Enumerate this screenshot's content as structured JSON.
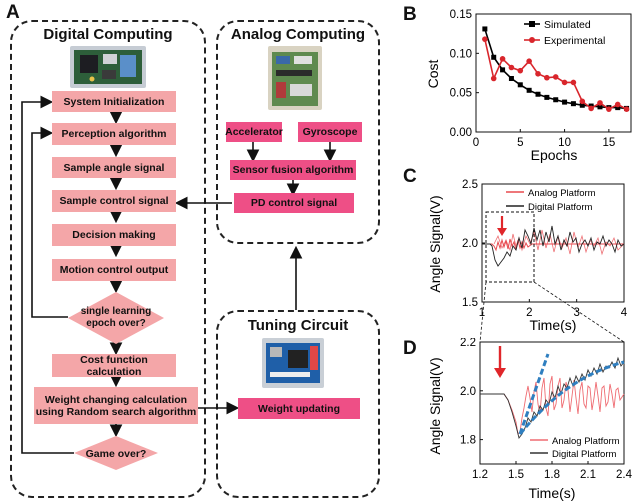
{
  "panel_labels": {
    "a": "A",
    "b": "B",
    "c": "C",
    "d": "D"
  },
  "digital": {
    "title": "Digital Computing",
    "nodes": {
      "system_init": "System Initialization",
      "perception": "Perception algorithm",
      "sample_angle": "Sample angle signal",
      "sample_control": "Sample control signal",
      "decision": "Decision making",
      "motion": "Motion control output",
      "epoch_over": "single learning epoch over?",
      "cost_calc": "Cost function calculation",
      "weight_change": "Weight changing calculation using Random search algorithm",
      "game_over": "Game over?"
    }
  },
  "analog": {
    "title": "Analog Computing",
    "nodes": {
      "accelerator": "Accelerator",
      "gyroscope": "Gyroscope",
      "sensor_fusion": "Sensor fusion algorithm",
      "pd_control": "PD control signal"
    }
  },
  "tuning": {
    "title": "Tuning Circuit",
    "nodes": {
      "weight_updating": "Weight updating"
    }
  },
  "colors": {
    "light_node": "#f4a6a8",
    "hot_node": "#ee4f86",
    "simulated": "#000000",
    "experimental": "#d9262c",
    "fit_line": "#2f7fc0",
    "arrow": "#e0262a"
  },
  "chart_data": [
    {
      "panel": "B",
      "type": "line",
      "xlabel": "Epochs",
      "ylabel": "Cost",
      "xlim": [
        0,
        17.5
      ],
      "ylim": [
        0.0,
        0.15
      ],
      "xticks": [
        "0",
        "5",
        "10",
        "15"
      ],
      "yticks": [
        "0.00",
        "0.05",
        "0.10",
        "0.15"
      ],
      "legend_position": "top-right",
      "series": [
        {
          "name": "Simulated",
          "x": [
            1,
            2,
            3,
            4,
            5,
            6,
            7,
            8,
            9,
            10,
            11,
            12,
            13,
            14,
            15,
            16,
            17
          ],
          "values": [
            0.131,
            0.095,
            0.079,
            0.068,
            0.06,
            0.053,
            0.048,
            0.044,
            0.041,
            0.038,
            0.036,
            0.034,
            0.033,
            0.032,
            0.031,
            0.031,
            0.03
          ]
        },
        {
          "name": "Experimental",
          "x": [
            1,
            2,
            3,
            4,
            5,
            6,
            7,
            8,
            9,
            10,
            11,
            12,
            13,
            14,
            15,
            16,
            17
          ],
          "values": [
            0.118,
            0.068,
            0.093,
            0.082,
            0.078,
            0.09,
            0.074,
            0.069,
            0.07,
            0.063,
            0.063,
            0.039,
            0.03,
            0.037,
            0.029,
            0.035,
            0.029
          ]
        }
      ]
    },
    {
      "panel": "C",
      "type": "line",
      "xlabel": "Time(s)",
      "ylabel": "Angle Signal(V)",
      "xlim": [
        1,
        4
      ],
      "ylim": [
        1.5,
        2.5
      ],
      "xticks": [
        "1",
        "2",
        "3",
        "4"
      ],
      "yticks": [
        "1.5",
        "2.0",
        "2.5"
      ],
      "legend_position": "top-right",
      "series": [
        {
          "name": "Analog Platform"
        },
        {
          "name": "Digital Platform"
        }
      ]
    },
    {
      "panel": "D",
      "type": "line",
      "xlabel": "Time(s)",
      "ylabel": "Angle Signal(V)",
      "xlim": [
        1.2,
        2.4
      ],
      "ylim": [
        1.7,
        2.2
      ],
      "xticks": [
        "1.2",
        "1.5",
        "1.8",
        "2.1",
        "2.4"
      ],
      "yticks": [
        "1.8",
        "2.0",
        "2.2"
      ],
      "legend_position": "bottom-right",
      "series": [
        {
          "name": "Analog Platform"
        },
        {
          "name": "Digital Platform"
        }
      ]
    }
  ]
}
